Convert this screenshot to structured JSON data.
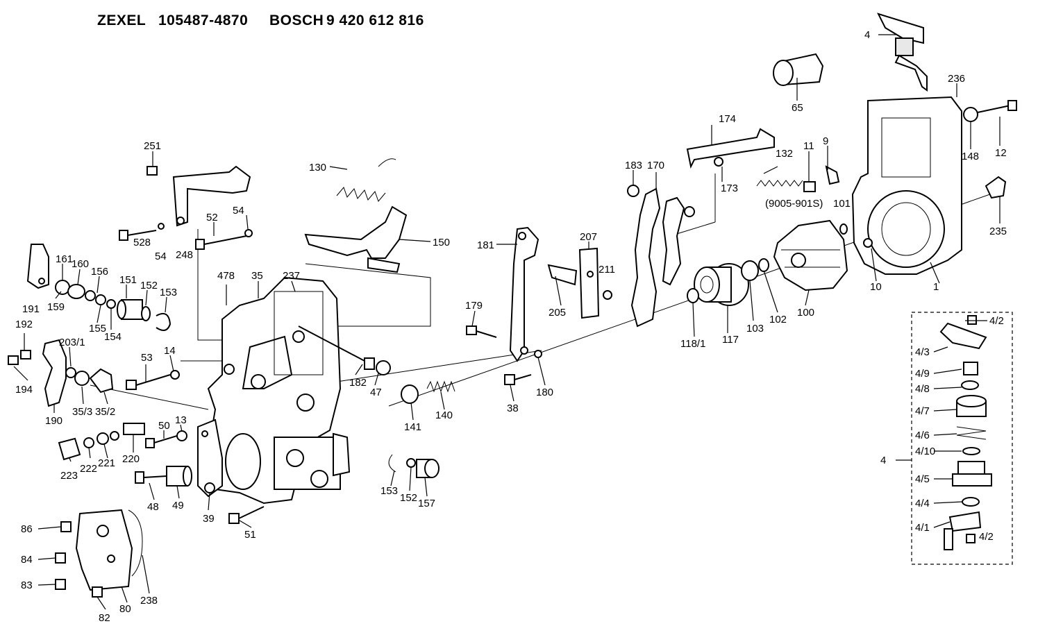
{
  "header": {
    "brand": "ZEXEL",
    "part_number": "105487-4870",
    "maker": "BOSCH",
    "maker_number": "9 420 612 816"
  },
  "labels": {
    "l4": "4",
    "l236": "236",
    "l65": "65",
    "l12": "12",
    "l148": "148",
    "l235": "235",
    "l9": "9",
    "l11": "11",
    "l101": "101",
    "l9005": "(9005-901S)",
    "l132": "132",
    "l174": "174",
    "l173": "173",
    "l183": "183",
    "l170": "170",
    "l130": "130",
    "l150": "150",
    "l251": "251",
    "l52": "52",
    "l54a": "54",
    "l54b": "54",
    "l528": "528",
    "l248": "248",
    "l181": "181",
    "l207": "207",
    "l211": "211",
    "l205": "205",
    "l10": "10",
    "l1": "1",
    "l100": "100",
    "l102": "102",
    "l103": "103",
    "l117": "117",
    "l1181": "118/1",
    "l478": "478",
    "l35": "35",
    "l237": "237",
    "l161": "161",
    "l160": "160",
    "l156": "156",
    "l151": "151",
    "l152a": "152",
    "l153a": "153",
    "l191": "191",
    "l159": "159",
    "l155": "155",
    "l154": "154",
    "l192": "192",
    "l2031": "203/1",
    "l194": "194",
    "l190": "190",
    "l353": "35/3",
    "l352": "35/2",
    "l53": "53",
    "l14": "14",
    "l182": "182",
    "l47": "47",
    "l179": "179",
    "l180": "180",
    "l38": "38",
    "l141": "141",
    "l140": "140",
    "l50": "50",
    "l13": "13",
    "l220": "220",
    "l223": "223",
    "l222": "222",
    "l221": "221",
    "l48": "48",
    "l49": "49",
    "l39": "39",
    "l51": "51",
    "l153b": "153",
    "l152b": "152",
    "l157": "157",
    "l86": "86",
    "l84": "84",
    "l83": "83",
    "l82": "82",
    "l80": "80",
    "l238": "238",
    "l42a": "4/2",
    "l43": "4/3",
    "l49s": "4/9",
    "l48s": "4/8",
    "l47s": "4/7",
    "l46": "4/6",
    "l410": "4/10",
    "l45": "4/5",
    "l44": "4/4",
    "l41": "4/1",
    "l42b": "4/2",
    "l4box": "4"
  }
}
